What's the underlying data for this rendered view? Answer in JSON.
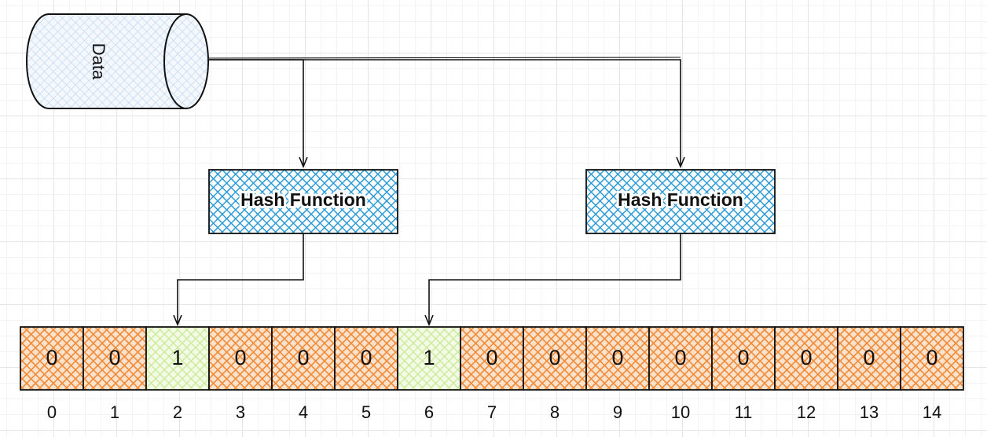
{
  "data_store": {
    "label": "Data"
  },
  "hash_functions": [
    {
      "label": "Hash Function"
    },
    {
      "label": "Hash Function"
    }
  ],
  "bit_array": {
    "bits": [
      "0",
      "0",
      "1",
      "0",
      "0",
      "0",
      "1",
      "0",
      "0",
      "0",
      "0",
      "0",
      "0",
      "0",
      "0"
    ],
    "indices": [
      "0",
      "1",
      "2",
      "3",
      "4",
      "5",
      "6",
      "7",
      "8",
      "9",
      "10",
      "11",
      "12",
      "13",
      "14"
    ],
    "set_bit_color": "#c9ea94",
    "unset_bit_color": "#f08a36"
  },
  "colors": {
    "data_fill": "#dbe8f7",
    "hash_fill": "#2f9bd6"
  }
}
